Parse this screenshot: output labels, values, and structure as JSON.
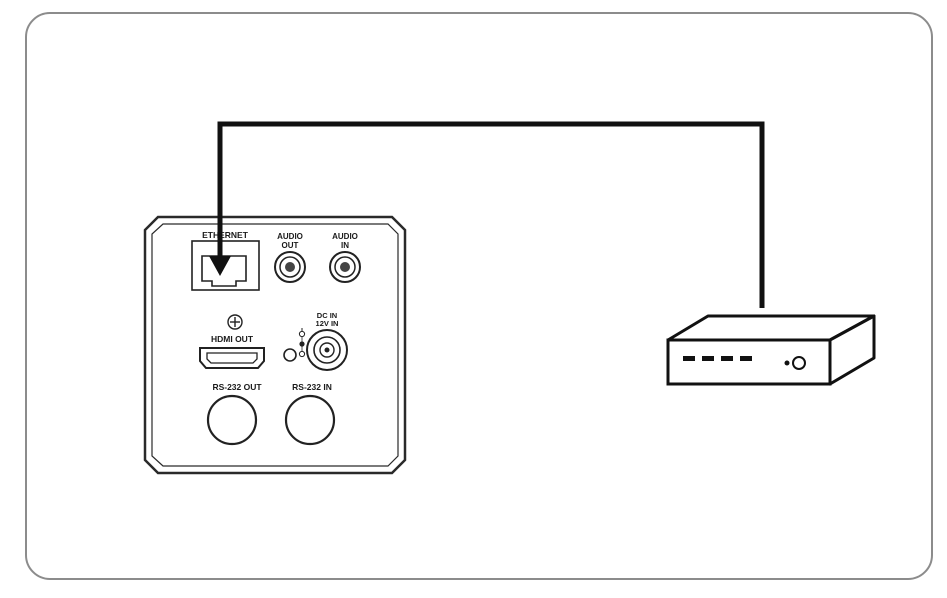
{
  "diagram": {
    "camera_panel": {
      "ethernet_label": "ETHERNET",
      "audio_out_label": [
        "AUDIO",
        "OUT"
      ],
      "audio_in_label": [
        "AUDIO",
        "IN"
      ],
      "hdmi_out_label": "HDMI OUT",
      "dc_in_label": [
        "DC IN",
        "12V IN"
      ],
      "rs232_out_label": "RS-232 OUT",
      "rs232_in_label": "RS-232 IN"
    },
    "router": {
      "icon": "network-router-icon",
      "indicator_count": 4
    },
    "cable": {
      "color": "#111111",
      "arrow_target": "ethernet-port"
    },
    "colors": {
      "frame_border": "#8c8c8c",
      "line": "#1a1a1a",
      "background": "#ffffff"
    }
  }
}
